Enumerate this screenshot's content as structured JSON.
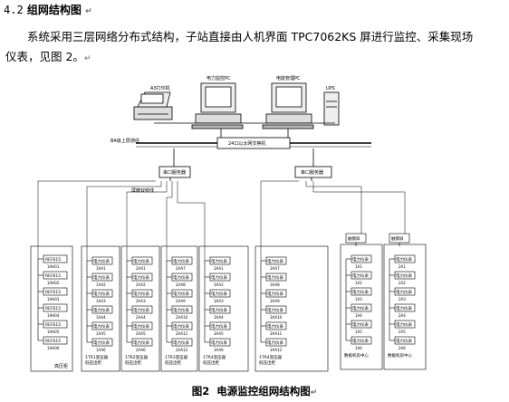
{
  "section": {
    "number": "4.2",
    "title": "组网结构图",
    "paragraph_line1": "系统采用三层网络分布式结构，子站直接由人机界面 TPC7062KS 屏进行监控、采集现场",
    "paragraph_line2": "仪表，见图 2。",
    "return_mark": "↵"
  },
  "figure": {
    "number": "图2",
    "caption": "电源监控组网结构图"
  },
  "diagram": {
    "printer_label": "A3打印机",
    "pc1_label": "电力监控PC",
    "pc2_label": "电能管理PC",
    "ups_label": "UPS",
    "bus_label": "BA级上层通信",
    "switch_label": "24口以太网交换机",
    "serial_server_label": "串口服务器",
    "fiber_label": "屏蔽双绞线",
    "left_devices": [
      "REF615",
      "1AH01",
      "REF615",
      "1AH02",
      "REF615",
      "1AH03",
      "REF615",
      "1AH04",
      "REF615",
      "1AH05",
      "REF615",
      "1AH06"
    ],
    "left_group_label": "高压柜",
    "meter_label": "电力仪表",
    "groups": [
      {
        "tags": [
          "1AA1",
          "1AA2",
          "1AA3",
          "1AA4",
          "1AA5",
          "1AA6"
        ],
        "footer": "1TR1变压器\n低压出柜"
      },
      {
        "tags": [
          "2AA1",
          "2AA2",
          "2AA3",
          "2AA4",
          "2AA5",
          "2AA6"
        ],
        "footer": "1TR2变压器\n低压出柜"
      },
      {
        "tags": [
          "2AA7",
          "2AA8",
          "2AA9",
          "2AA10",
          "2AA11",
          "2AA12"
        ],
        "footer": "1TR3变压器\n低压出柜"
      },
      {
        "tags": [
          "3AA1",
          "3AA2",
          "3AA3",
          "3AA4",
          "3AA5",
          "3AA6"
        ],
        "footer": "1TR4变压器\n低压出柜"
      },
      {
        "tags": [
          "3AA7",
          "3AA8",
          "3AA9",
          "3AA10",
          "3AA11",
          "3AA12"
        ],
        "footer": "1TR4变压器\n低压出柜"
      },
      {
        "tags": [
          "1A1",
          "1A2",
          "1A3",
          "1A4",
          "1A5",
          "1A6"
        ],
        "footer": "数据机房中心"
      },
      {
        "tags": [
          "2A1",
          "2A2",
          "2A3",
          "2A4",
          "2A5",
          "2A6"
        ],
        "footer": "数据机房中心"
      }
    ],
    "touch_screen_label": "触摸屏"
  }
}
